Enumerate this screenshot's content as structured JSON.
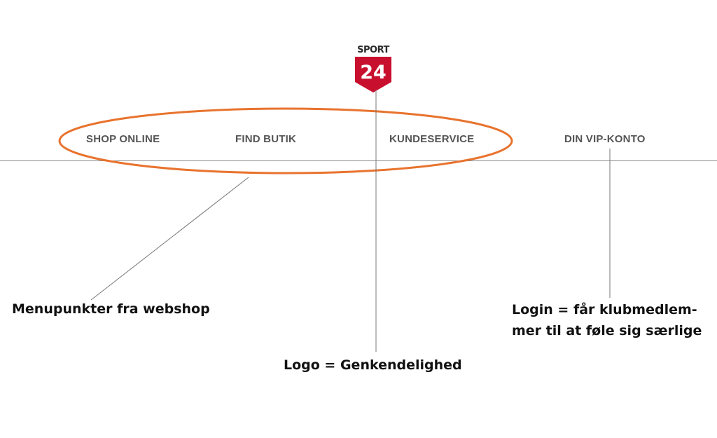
{
  "header": {
    "logo": {
      "brand_top": "SPORT",
      "brand_number": "24",
      "brand_color": "#c8102e"
    },
    "nav": {
      "items": [
        {
          "label": "SHOP ONLINE"
        },
        {
          "label": "FIND BUTIK"
        },
        {
          "label": "KUNDESERVICE"
        },
        {
          "label": "DIN VIP-KONTO"
        }
      ]
    }
  },
  "annotations": {
    "menu": "Menupunkter fra webshop",
    "logo": "Logo = Genkendelighed",
    "login_line1": "Login = får klubmedlem-",
    "login_line2": "mer til at føle sig særlige",
    "highlight_color": "#e8732e",
    "leader_color": "#777777"
  }
}
